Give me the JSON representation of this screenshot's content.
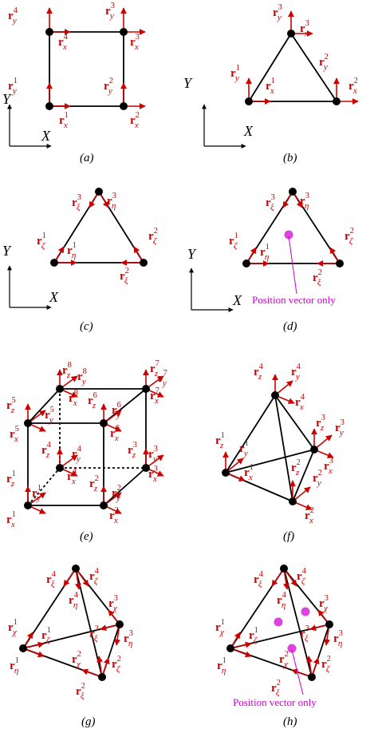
{
  "captions": {
    "a": "(a)",
    "b": "(b)",
    "c": "(c)",
    "d": "(d)",
    "e": "(e)",
    "f": "(f)",
    "g": "(g)",
    "h": "(h)"
  },
  "axes": {
    "x": "X",
    "y": "Y"
  },
  "annotations": {
    "position_only": "Position vector only"
  },
  "glyphs": {
    "bold": "r",
    "x": "x",
    "y": "y",
    "z": "z",
    "xi": "ξ",
    "eta": "η",
    "zeta": "ζ",
    "chi": "χ"
  },
  "colors": {
    "vector": "#cc0000",
    "node": "#000000",
    "highlight": "#dd44dd",
    "edge": "#000000"
  }
}
